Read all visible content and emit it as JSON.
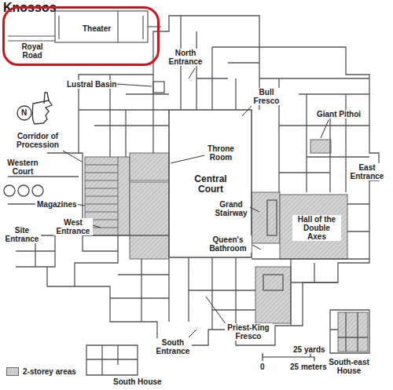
{
  "diagram": {
    "title": "Knossos",
    "nodes": [
      {
        "text": [
          "Theater",
          "Royal Road"
        ]
      }
    ],
    "labels": [
      "North Entrance",
      "Lustral Basin",
      "Bull Fresco",
      "Giant Pithoi",
      "N",
      "Corridor of Procession",
      "Throne Room",
      "Western Court",
      "Central Court",
      "East Entrance",
      "Magazines",
      "Grand Stairway",
      "Hall of the Double Axes",
      "Site Entrance",
      "West Entrance",
      "Queen's Bathroom",
      "Priest-King Fresco",
      "South Entrance",
      "South House",
      "South-east House",
      "0",
      "25 yards",
      "25 meters"
    ],
    "legend": [
      {
        "text": "2-storey areas",
        "color": "#cccccc"
      }
    ]
  }
}
